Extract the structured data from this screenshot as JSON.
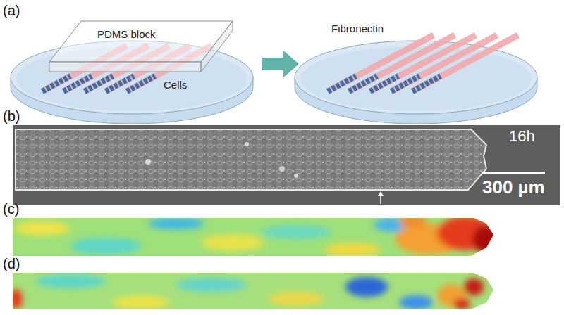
{
  "diagram": {
    "labels": [
      "(a)",
      "PDMS block",
      "Cells",
      "Fibronectin",
      "(b)",
      "16h",
      "300 µm",
      "(c)",
      "(d)"
    ]
  }
}
